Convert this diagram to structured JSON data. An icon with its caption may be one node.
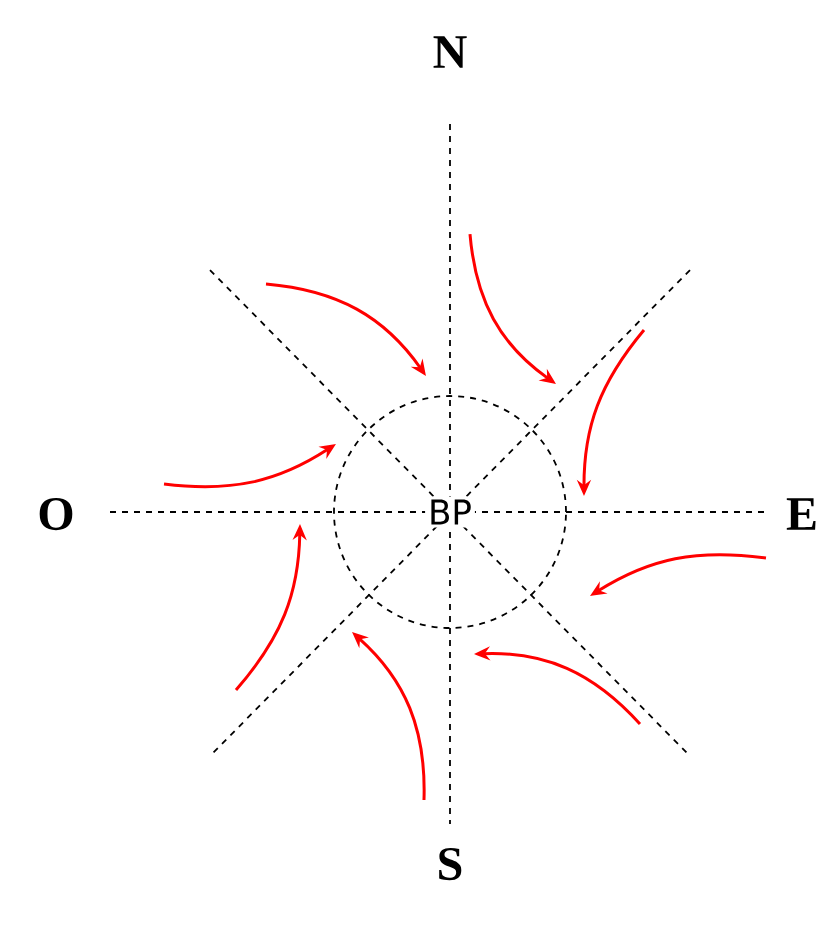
{
  "diagram": {
    "nodes": [
      {
        "text": [
          "BP"
        ]
      }
    ],
    "labels": [
      "N",
      "O",
      "E",
      "S"
    ]
  }
}
